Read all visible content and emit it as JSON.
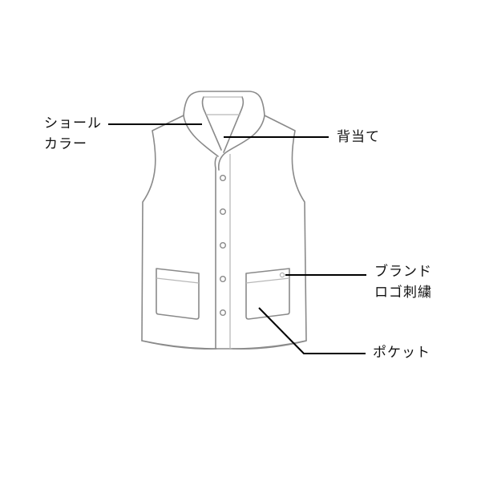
{
  "diagram": {
    "subject": "vest-with-shawl-collar",
    "colors": {
      "outline": "#8a8a8a",
      "inner_line": "#b8b8b8",
      "leader": "#000000",
      "text": "#111111",
      "background": "#ffffff"
    },
    "labels": {
      "shawl_collar": {
        "line1": "ショール",
        "line2": "カラー"
      },
      "back_neck_facing": {
        "line1": "背当て"
      },
      "brand_logo": {
        "line1": "ブランド",
        "line2": "ロゴ刺繍"
      },
      "pocket": {
        "line1": "ポケット"
      }
    },
    "buttons_count": 5
  }
}
